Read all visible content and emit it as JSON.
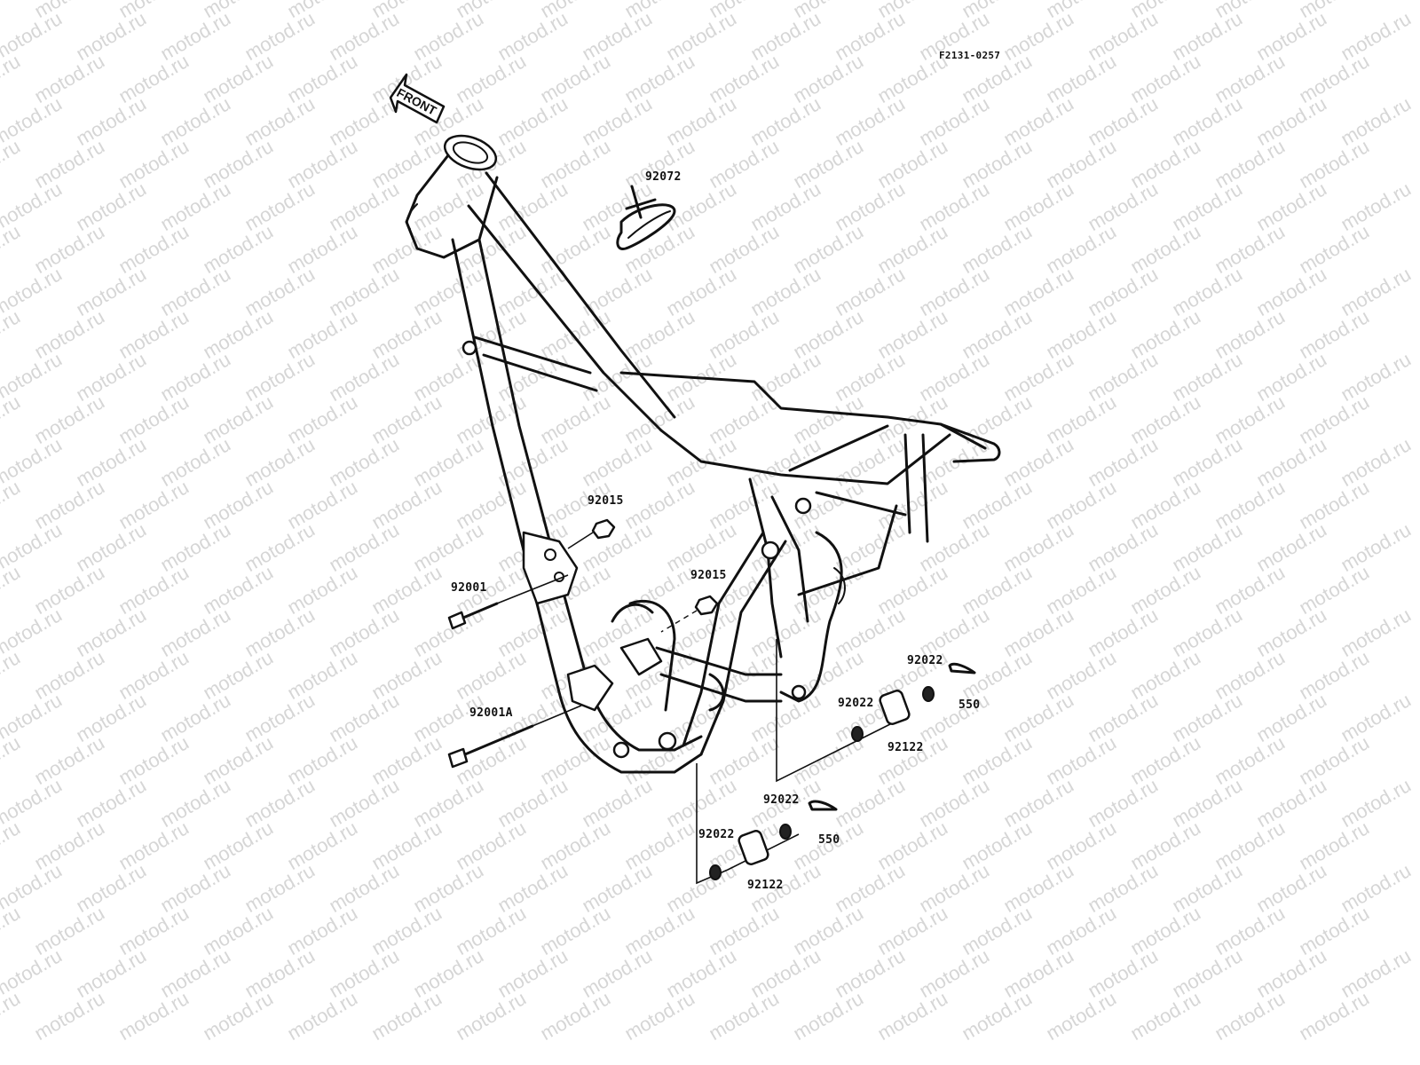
{
  "diagram_code": "F2131-0257",
  "front_label": "FRONT",
  "watermark": "motod.ru",
  "part_labels": {
    "p92072": "92072",
    "p92015_a": "92015",
    "p92015_b": "92015",
    "p92001": "92001",
    "p92001A": "92001A",
    "p92022_a": "92022",
    "p92022_b": "92022",
    "p92122_a": "92122",
    "p550_a": "550",
    "p92022_c": "92022",
    "p92022_d": "92022",
    "p92122_b": "92122",
    "p550_b": "550"
  }
}
